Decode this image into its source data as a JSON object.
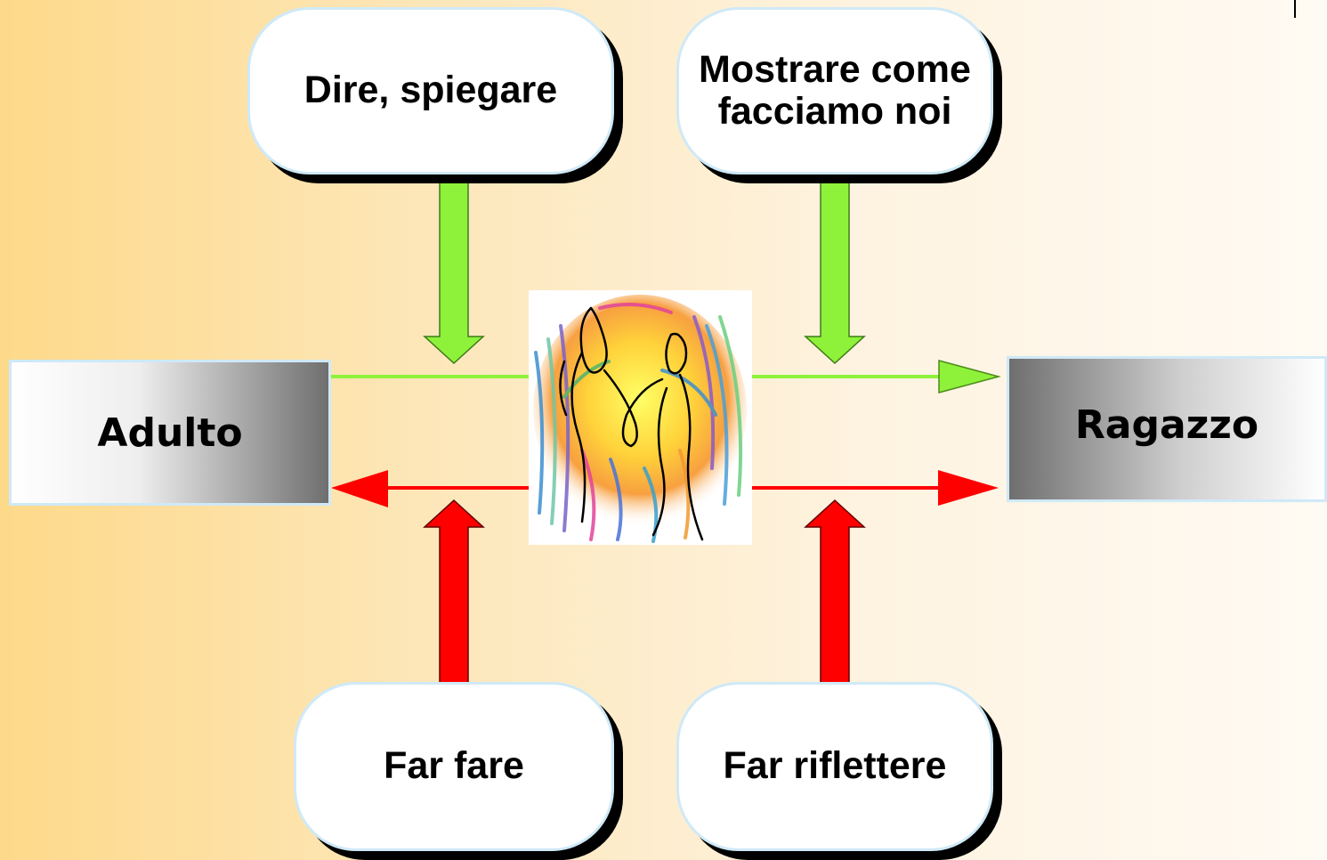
{
  "boxes": {
    "top_left": "Dire, spiegare",
    "top_right_line1": "Mostrare come",
    "top_right_line2": "facciamo noi",
    "bottom_left": "Far fare",
    "bottom_right": "Far riflettere"
  },
  "left_label": "Adulto",
  "right_label": "Ragazzo",
  "colors": {
    "green_arrow": "#8ef23a",
    "red_arrow": "#ff0000"
  },
  "picture_icon": "dancing-couple-illustration"
}
